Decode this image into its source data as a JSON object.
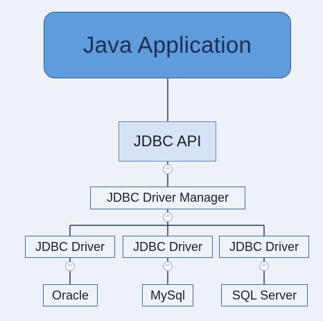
{
  "root": {
    "label": "Java Application"
  },
  "api": {
    "label": "JDBC API"
  },
  "manager": {
    "label": "JDBC Driver Manager"
  },
  "drivers": [
    {
      "label": "JDBC Driver"
    },
    {
      "label": "JDBC Driver"
    },
    {
      "label": "JDBC Driver"
    }
  ],
  "databases": [
    {
      "label": "Oracle"
    },
    {
      "label": "MySql"
    },
    {
      "label": "SQL Server"
    }
  ],
  "collapse_symbol": "−",
  "colors": {
    "root_fill": "#5e9cdc",
    "root_border": "#2f5f94",
    "node_fill": "#e2ebf8",
    "node_border": "#3f6e96",
    "connector": "#2f3b4a",
    "background": "#eef2f8"
  }
}
